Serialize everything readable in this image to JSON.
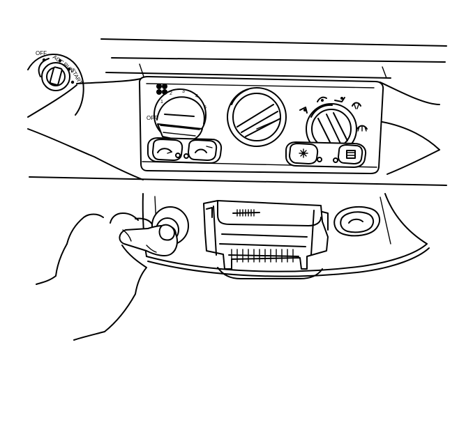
{
  "ignition": {
    "labels": [
      "OFF",
      "ACC",
      "RUN",
      "START"
    ]
  },
  "fan_control": {
    "off_label": "OFF",
    "speeds": [
      "1",
      "2",
      "3",
      "4",
      "5"
    ]
  }
}
